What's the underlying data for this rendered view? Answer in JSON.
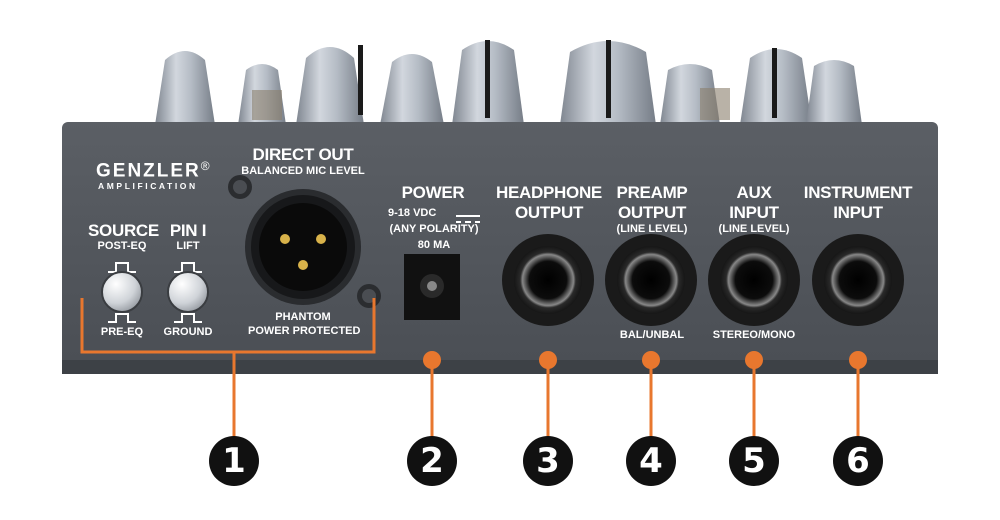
{
  "brand": {
    "name": "GENZLER",
    "registered": "®",
    "tagline": "AMPLIFICATION"
  },
  "sections": {
    "direct_out": {
      "title": "DIRECT OUT",
      "subtitle": "BALANCED MIC LEVEL",
      "note_line1": "PHANTOM",
      "note_line2": "POWER PROTECTED"
    },
    "source": {
      "title": "SOURCE",
      "up": "POST-EQ",
      "down": "PRE-EQ"
    },
    "pin1": {
      "title": "PIN I",
      "up": "LIFT",
      "down": "GROUND"
    },
    "power": {
      "title": "POWER",
      "voltage": "9-18 VDC",
      "polarity": "(ANY POLARITY)",
      "current": "80 MA"
    },
    "headphone": {
      "line1": "HEADPHONE",
      "line2": "OUTPUT"
    },
    "preamp": {
      "line1": "PREAMP",
      "line2": "OUTPUT",
      "line3": "(LINE LEVEL)",
      "bottom": "BAL/UNBAL"
    },
    "aux": {
      "line1": "AUX",
      "line2": "INPUT",
      "line3": "(LINE LEVEL)",
      "bottom": "STEREO/MONO"
    },
    "instrument": {
      "line1": "INSTRUMENT",
      "line2": "INPUT"
    }
  },
  "callouts": [
    "1",
    "2",
    "3",
    "4",
    "5",
    "6"
  ],
  "colors": {
    "accent": "#e8772e",
    "panel": "#54585e",
    "knob": "#a9b0ba",
    "callout_bg": "#111111"
  }
}
